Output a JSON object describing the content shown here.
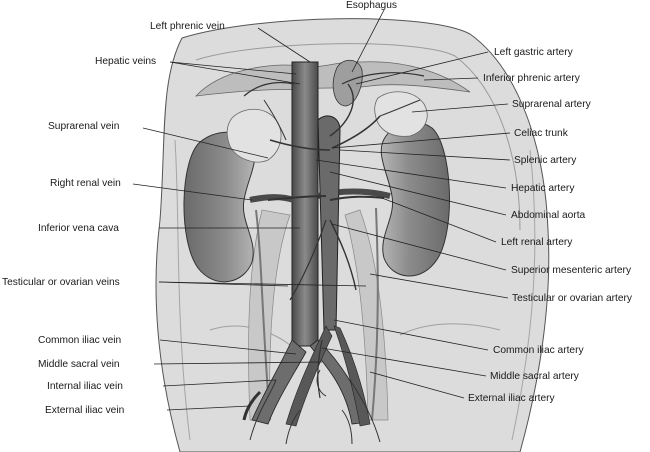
{
  "labels": {
    "esophagus": "Esophagus",
    "left_phrenic_vein": "Left phrenic vein",
    "hepatic_veins": "Hepatic veins",
    "suprarenal_vein": "Suprarenal vein",
    "right_renal_vein": "Right renal vein",
    "inferior_vena_cava": "Inferior vena cava",
    "testicular_veins": "Testicular or ovarian veins",
    "common_iliac_vein": "Common iliac vein",
    "middle_sacral_vein": "Middle sacral vein",
    "internal_iliac_vein": "Internal iliac vein",
    "external_iliac_vein": "External iliac vein",
    "left_gastric_artery": "Left gastric artery",
    "inferior_phrenic_artery": "Inferior phrenic artery",
    "suprarenal_artery": "Suprarenal artery",
    "celiac_trunk": "Celiac trunk",
    "splenic_artery": "Splenic artery",
    "hepatic_artery": "Hepatic artery",
    "abdominal_aorta": "Abdominal aorta",
    "left_renal_artery": "Left renal artery",
    "superior_mesenteric_artery": "Superior mesenteric artery",
    "testicular_arteries": "Testicular or ovarian artery",
    "common_iliac_artery": "Common iliac artery",
    "middle_sacral_artery": "Middle sacral artery",
    "external_iliac_artery": "External iliac artery"
  }
}
